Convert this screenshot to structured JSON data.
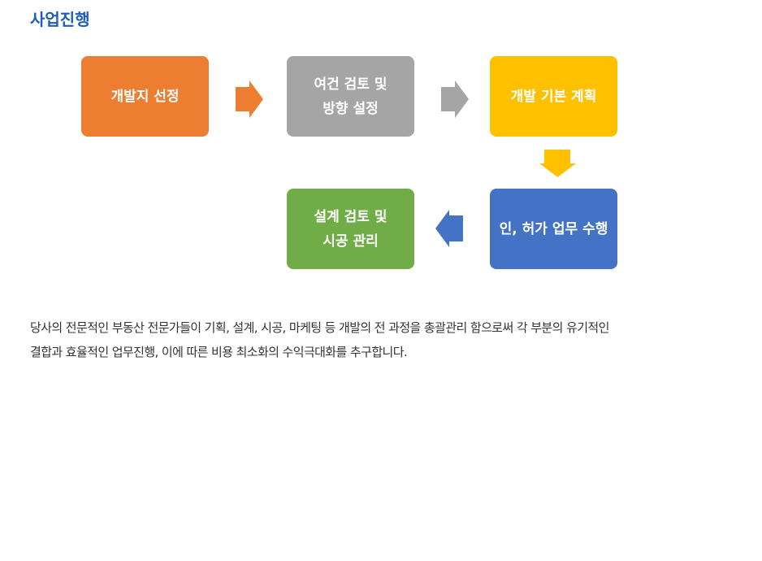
{
  "title": "사업진행",
  "steps": [
    {
      "line1": "개발지 선정",
      "line2": "",
      "color": "#ed7d31"
    },
    {
      "line1": "여건 검토 및",
      "line2": "방향 설정",
      "color": "#a5a5a5"
    },
    {
      "line1": "개발 기본 계획",
      "line2": "",
      "color": "#ffc000"
    },
    {
      "line1": "인, 허가 업무 수행",
      "line2": "",
      "color": "#4472c4"
    },
    {
      "line1": "설계 검토 및",
      "line2": "시공 관리",
      "color": "#70ad47"
    }
  ],
  "description": {
    "line1": "당사의 전문적인 부동산 전문가들이 기획, 설계, 시공, 마케팅 등 개발의 전 과정을 총괄관리 함으로써 각 부분의 유기적인",
    "line2": "결합과 효율적인 업무진행, 이에 따른 비용 최소화의 수익극대화를 추구합니다."
  }
}
